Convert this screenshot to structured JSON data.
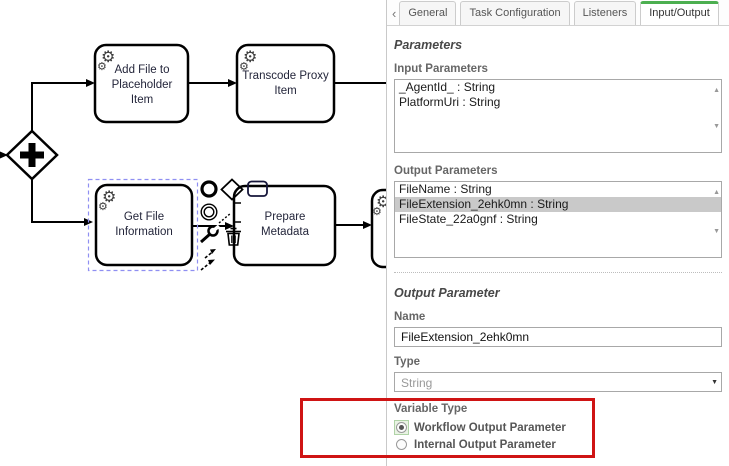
{
  "diagram": {
    "tasks": [
      {
        "id": "add-file",
        "label": "Add File to Placeholder Item"
      },
      {
        "id": "transcode",
        "label": "Transcode Proxy Item"
      },
      {
        "id": "get-file",
        "label": "Get File Information",
        "selected": true
      },
      {
        "id": "prepare",
        "label": "Prepare Metadata"
      },
      {
        "id": "partial-right",
        "label": ""
      }
    ],
    "gateway": {
      "type": "parallel-gateway"
    },
    "markers": {
      "task_marker_icon": "gear-icon",
      "task_marker_glyph": "⚙"
    },
    "context_pad_icons": [
      "end-event-icon",
      "gateway-icon",
      "task-icon",
      "intermediate-event-icon",
      "append-annotation-icon",
      "wrench-icon",
      "trash-icon",
      "connect-arrows-icon"
    ]
  },
  "panel": {
    "tabs": {
      "back_chevron": "‹",
      "items": [
        {
          "label": "General",
          "active": false
        },
        {
          "label": "Task Configuration",
          "active": false
        },
        {
          "label": "Listeners",
          "active": false
        },
        {
          "label": "Input/Output",
          "active": true
        }
      ]
    },
    "parameters_section": {
      "heading": "Parameters",
      "input_label": "Input Parameters",
      "input_items": [
        "_AgentId_ : String",
        "PlatformUri : String"
      ],
      "output_label": "Output Parameters",
      "output_items": [
        "FileName : String",
        "FileExtension_2ehk0mn : String",
        "FileState_22a0gnf : String"
      ],
      "output_selected_index": 1,
      "scroll_up_icon": "▲",
      "scroll_down_icon": "▼"
    },
    "output_parameter_section": {
      "heading": "Output Parameter",
      "name_label": "Name",
      "name_value": "FileExtension_2ehk0mn",
      "type_label": "Type",
      "type_value": "String",
      "select_caret_icon": "▼",
      "variable_type_label": "Variable Type",
      "radio_options": [
        {
          "label": "Workflow Output Parameter",
          "selected": true
        },
        {
          "label": "Internal Output Parameter",
          "selected": false
        }
      ]
    }
  },
  "colors": {
    "accent_green": "#4caf50",
    "annotation_red": "#cf1414",
    "selection_blue": "#8f8ff2",
    "list_selected_bg": "#c9c9c9"
  }
}
